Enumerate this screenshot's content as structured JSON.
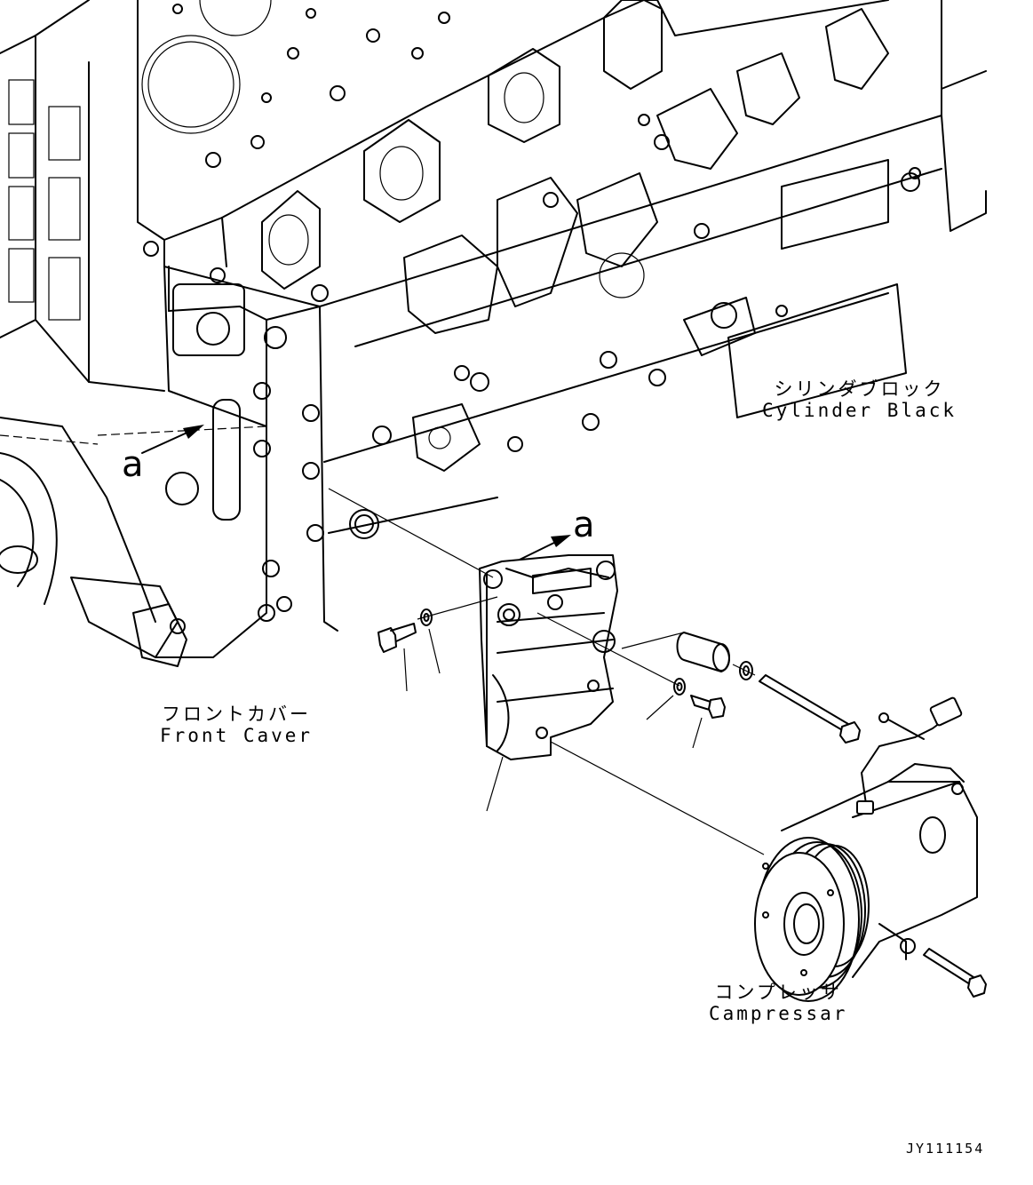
{
  "labels": {
    "cylinder_block": {
      "jp": "シリンダブロック",
      "en": "Cylinder Black"
    },
    "front_cover": {
      "jp": "フロントカバー",
      "en": "Front Caver"
    },
    "compressor": {
      "jp": "コンプレッサ",
      "en": "Campressar"
    }
  },
  "view_markers": [
    "a",
    "a"
  ],
  "doc_id": "JY111154"
}
